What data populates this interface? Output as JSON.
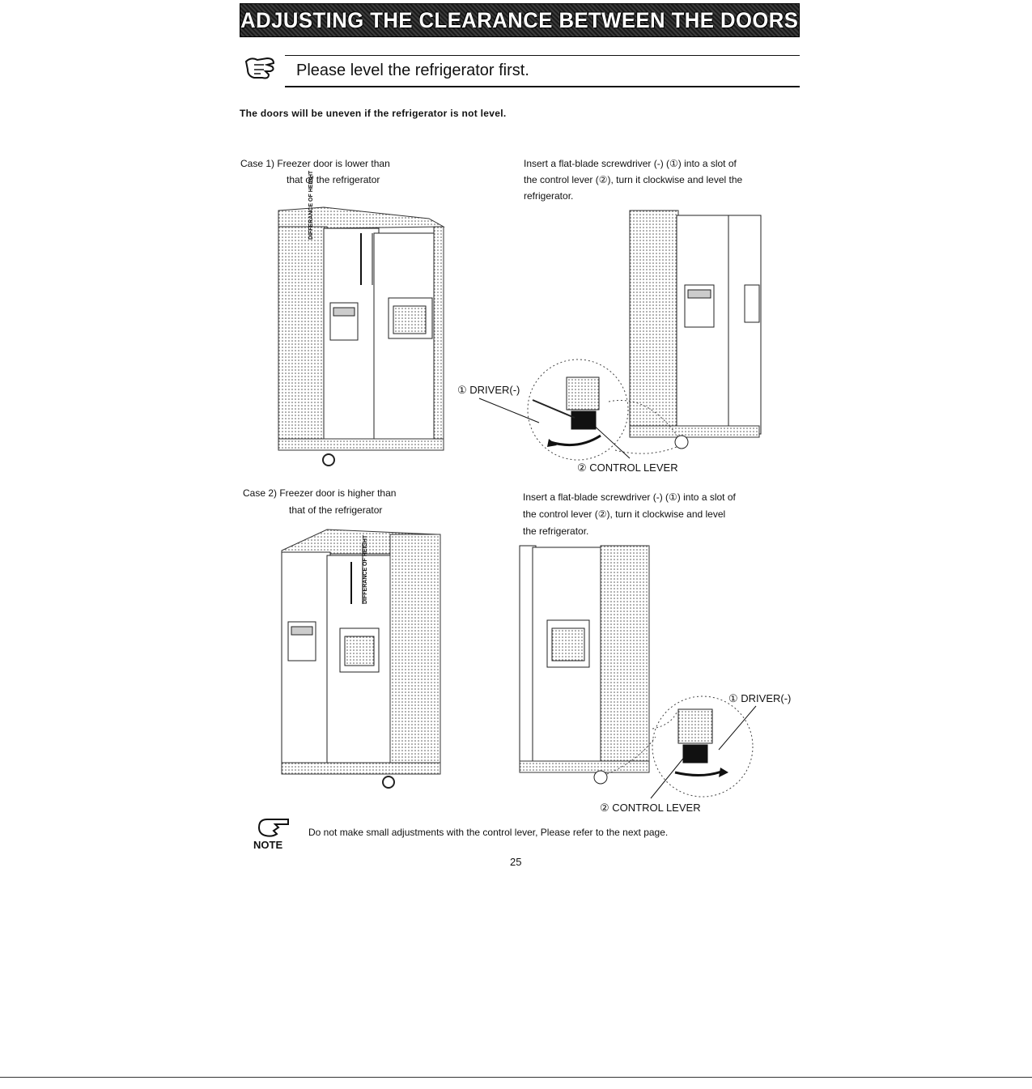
{
  "title": "ADJUSTING THE CLEARANCE BETWEEN THE DOORS",
  "subheading": "Please level the refrigerator first.",
  "intro": "The doors will be uneven if the refrigerator is not level.",
  "case1": {
    "label_line1": "Case 1) Freezer door is lower than",
    "label_line2": "that of the refrigerator",
    "instruction_lines": [
      "Insert a flat-blade screwdriver (-)  (①) into a slot of",
      "the control lever (②), turn it clockwise and level the",
      "refrigerator."
    ],
    "height_label": "DIFFERANCE OF HEIGHT",
    "driver_label": "① DRIVER(-)",
    "lever_label": "② CONTROL LEVER"
  },
  "case2": {
    "label_line1": "Case 2) Freezer door is higher than",
    "label_line2": "that of the refrigerator",
    "instruction_lines": [
      "Insert a flat-blade screwdriver (-) (①) into a slot of",
      "the control lever (②), turn it clockwise and level",
      "the refrigerator."
    ],
    "height_label": "DIFFERANCE OF HEIGHT",
    "driver_label": "① DRIVER(-)",
    "lever_label": "② CONTROL LEVER"
  },
  "note": {
    "label": "NOTE",
    "text": "Do not make small adjustments with the control lever,  Please refer to the next page."
  },
  "page_number": "25",
  "icons": {
    "header_icon": "pointing-hand-icon",
    "note_icon": "note-hand-icon"
  }
}
